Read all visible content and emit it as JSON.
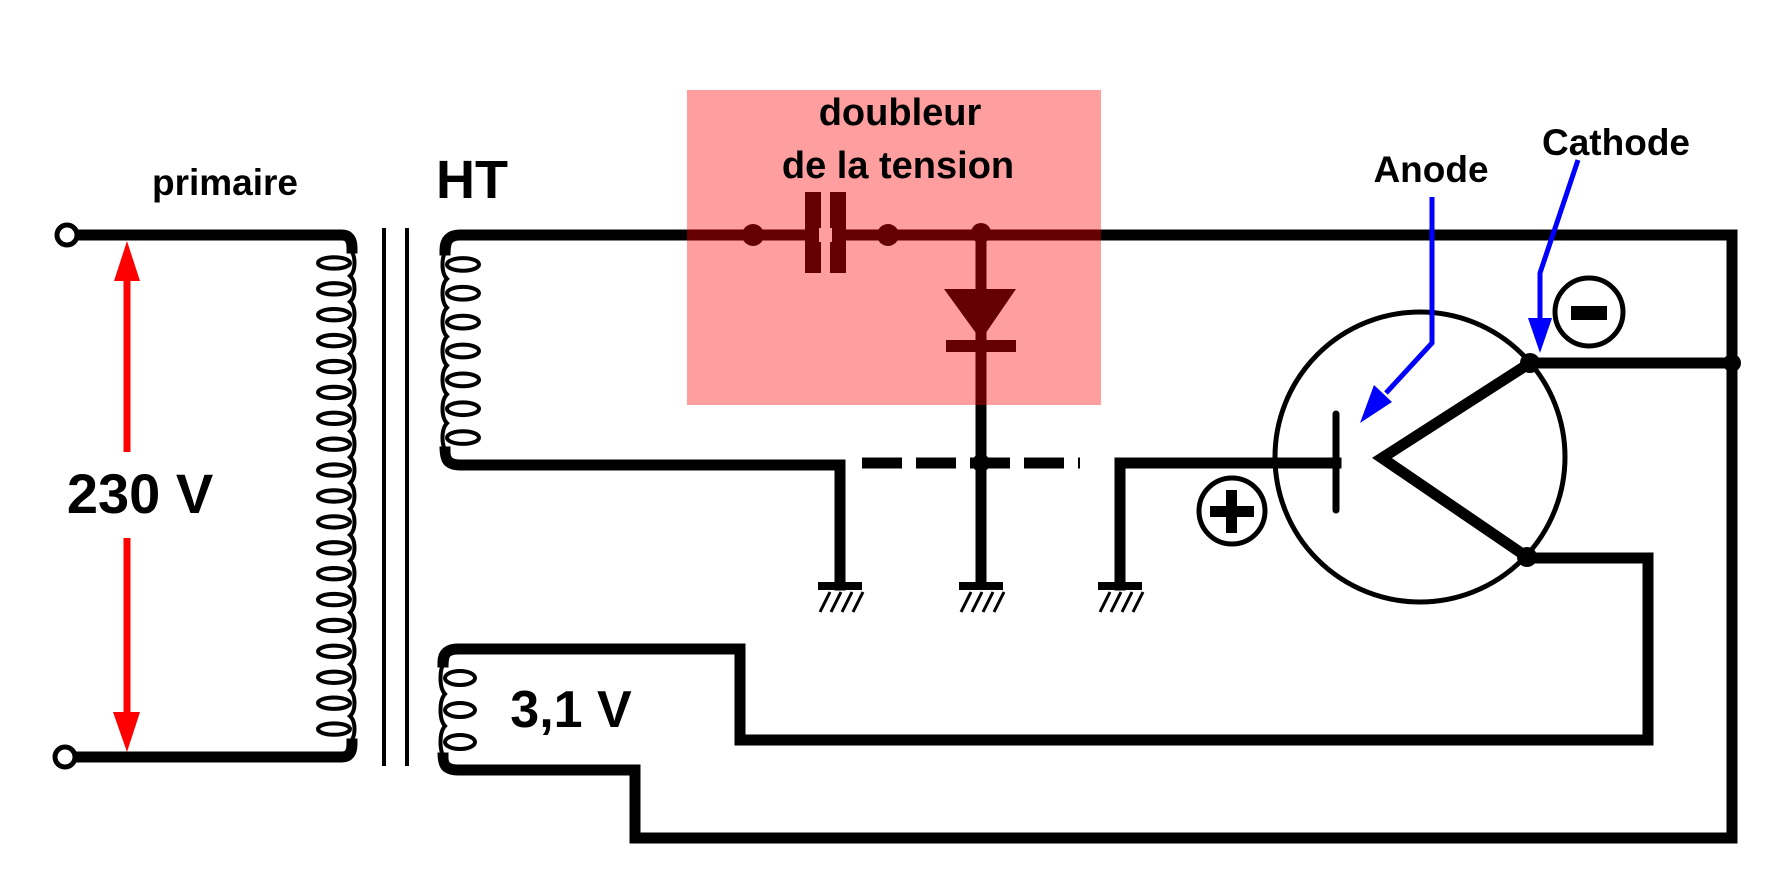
{
  "diagram": {
    "title": "Circuit d'alimentation d'un tube (doubleur de tension)",
    "labels": {
      "primary": "primaire",
      "ht": "HT",
      "mains_voltage": "230 V",
      "filament_voltage": "3,1 V",
      "doubler_line1": "doubleur",
      "doubler_line2": "de la tension",
      "anode": "Anode",
      "cathode": "Cathode",
      "plus_sign": "+",
      "minus_sign": "−"
    },
    "colors": {
      "wire": "#000000",
      "voltage_arrow": "#ff0000",
      "pointer_arrow": "#0000ff",
      "doubler_highlight": "#ff9e9e",
      "doubler_components": "#660000"
    },
    "components": [
      {
        "id": "mains-terminals",
        "type": "terminal-pair"
      },
      {
        "id": "primary-winding",
        "type": "coil",
        "turns": 19
      },
      {
        "id": "transformer-core",
        "type": "core"
      },
      {
        "id": "ht-winding",
        "type": "coil",
        "turns": 7
      },
      {
        "id": "filament-winding",
        "type": "coil",
        "turns": 3
      },
      {
        "id": "doubler-capacitor",
        "type": "capacitor"
      },
      {
        "id": "doubler-diode",
        "type": "diode"
      },
      {
        "id": "ground-symbols",
        "type": "ground",
        "count": 3
      },
      {
        "id": "vacuum-tube",
        "type": "diode-tube"
      }
    ]
  }
}
